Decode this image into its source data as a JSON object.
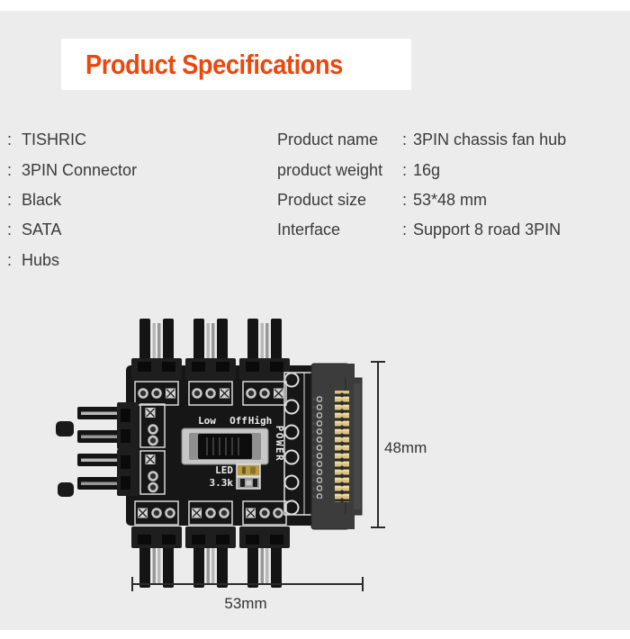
{
  "palette": {
    "background": "#ececec",
    "panel_white": "#ffffff",
    "accent_orange": "#e8490f",
    "text_dark": "#3a3a3a",
    "pcb_black": "#161616",
    "silkscreen_white": "#ececec",
    "connector_black": "#1a1a1a",
    "pin_silver": "#b8b8b8",
    "sata_gray": "#3c3c3c",
    "gold_pins": "#dcc382",
    "switch_gray": "#c7c7c7",
    "dimension_line": "#2b2b2b"
  },
  "header": {
    "title": "Product Specifications"
  },
  "punct": {
    "colon": ":"
  },
  "specs_left": {
    "items": [
      "TISHRIC",
      "3PIN Connector",
      "Black",
      "SATA",
      "Hubs"
    ]
  },
  "specs_right": {
    "rows": [
      {
        "label": "Product name",
        "value": "3PIN chassis fan hub"
      },
      {
        "label": "product weight",
        "value": "16g"
      },
      {
        "label": "Product size",
        "value": "53*48 mm"
      },
      {
        "label": "Interface",
        "value": "Support 8 road 3PIN"
      }
    ]
  },
  "figure": {
    "switch_labels": {
      "low": "Low",
      "off": "Off",
      "high": "High"
    },
    "led_label": "LED",
    "resistor_label": "3.3k",
    "power_label": "POWER",
    "dimensions": {
      "height": "48mm",
      "width": "53mm"
    }
  }
}
